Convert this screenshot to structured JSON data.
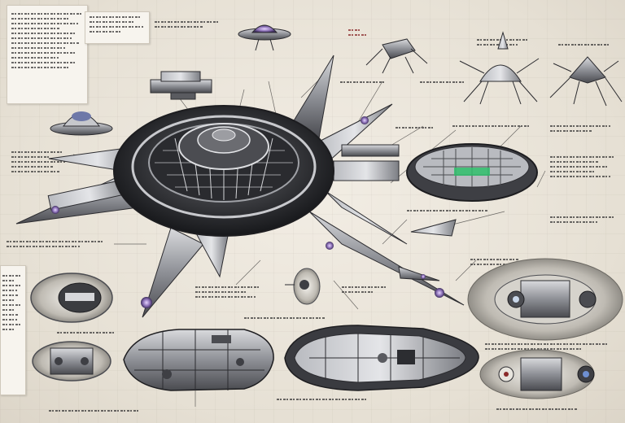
{
  "sheet": {
    "subject": "spacecraft-blueprint",
    "paper_color": "#e9e3d8",
    "ink_color": "#3b3a3a",
    "accent_colors": [
      "#8a6fb5",
      "#2fbf6b",
      "#8a2a2a"
    ]
  },
  "figures": [
    {
      "name": "main-starship",
      "icon": "starship-icon"
    },
    {
      "name": "saucer-dome",
      "icon": "dome-icon"
    },
    {
      "name": "small-saucer",
      "icon": "saucer-icon"
    },
    {
      "name": "station-module",
      "icon": "station-icon"
    },
    {
      "name": "crab-drone-left",
      "icon": "drone-icon"
    },
    {
      "name": "crab-drone-center",
      "icon": "drone-icon"
    },
    {
      "name": "crab-drone-right",
      "icon": "drone-icon"
    },
    {
      "name": "oval-pod-right",
      "icon": "pod-icon"
    },
    {
      "name": "engine-section-right",
      "icon": "engine-icon"
    },
    {
      "name": "engine-section-lower-right",
      "icon": "engine-icon"
    },
    {
      "name": "capsule-left",
      "icon": "capsule-icon"
    },
    {
      "name": "capsule-lower-left",
      "icon": "capsule-icon"
    },
    {
      "name": "cruiser-side-view",
      "icon": "cruiser-icon"
    },
    {
      "name": "cruiser-top-view",
      "icon": "cruiser-icon"
    },
    {
      "name": "probe-small",
      "icon": "probe-icon"
    }
  ]
}
